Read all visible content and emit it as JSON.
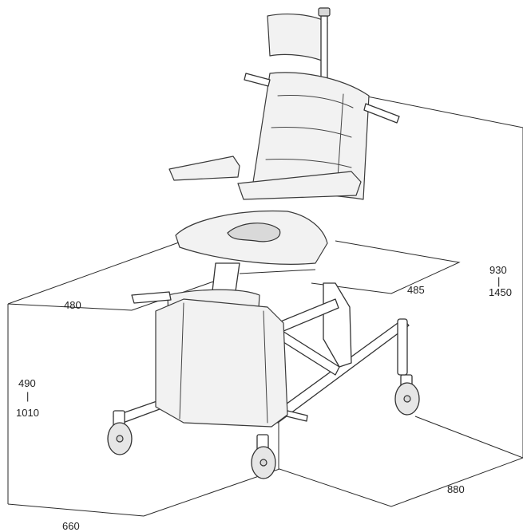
{
  "diagram": {
    "dimensions": {
      "seat_depth": "480",
      "seat_width": "485",
      "total_height_min": "930",
      "total_height_max": "1450",
      "seat_height_min": "490",
      "seat_height_max": "1010",
      "base_width": "660",
      "base_length": "880"
    },
    "range_separator": "|"
  }
}
